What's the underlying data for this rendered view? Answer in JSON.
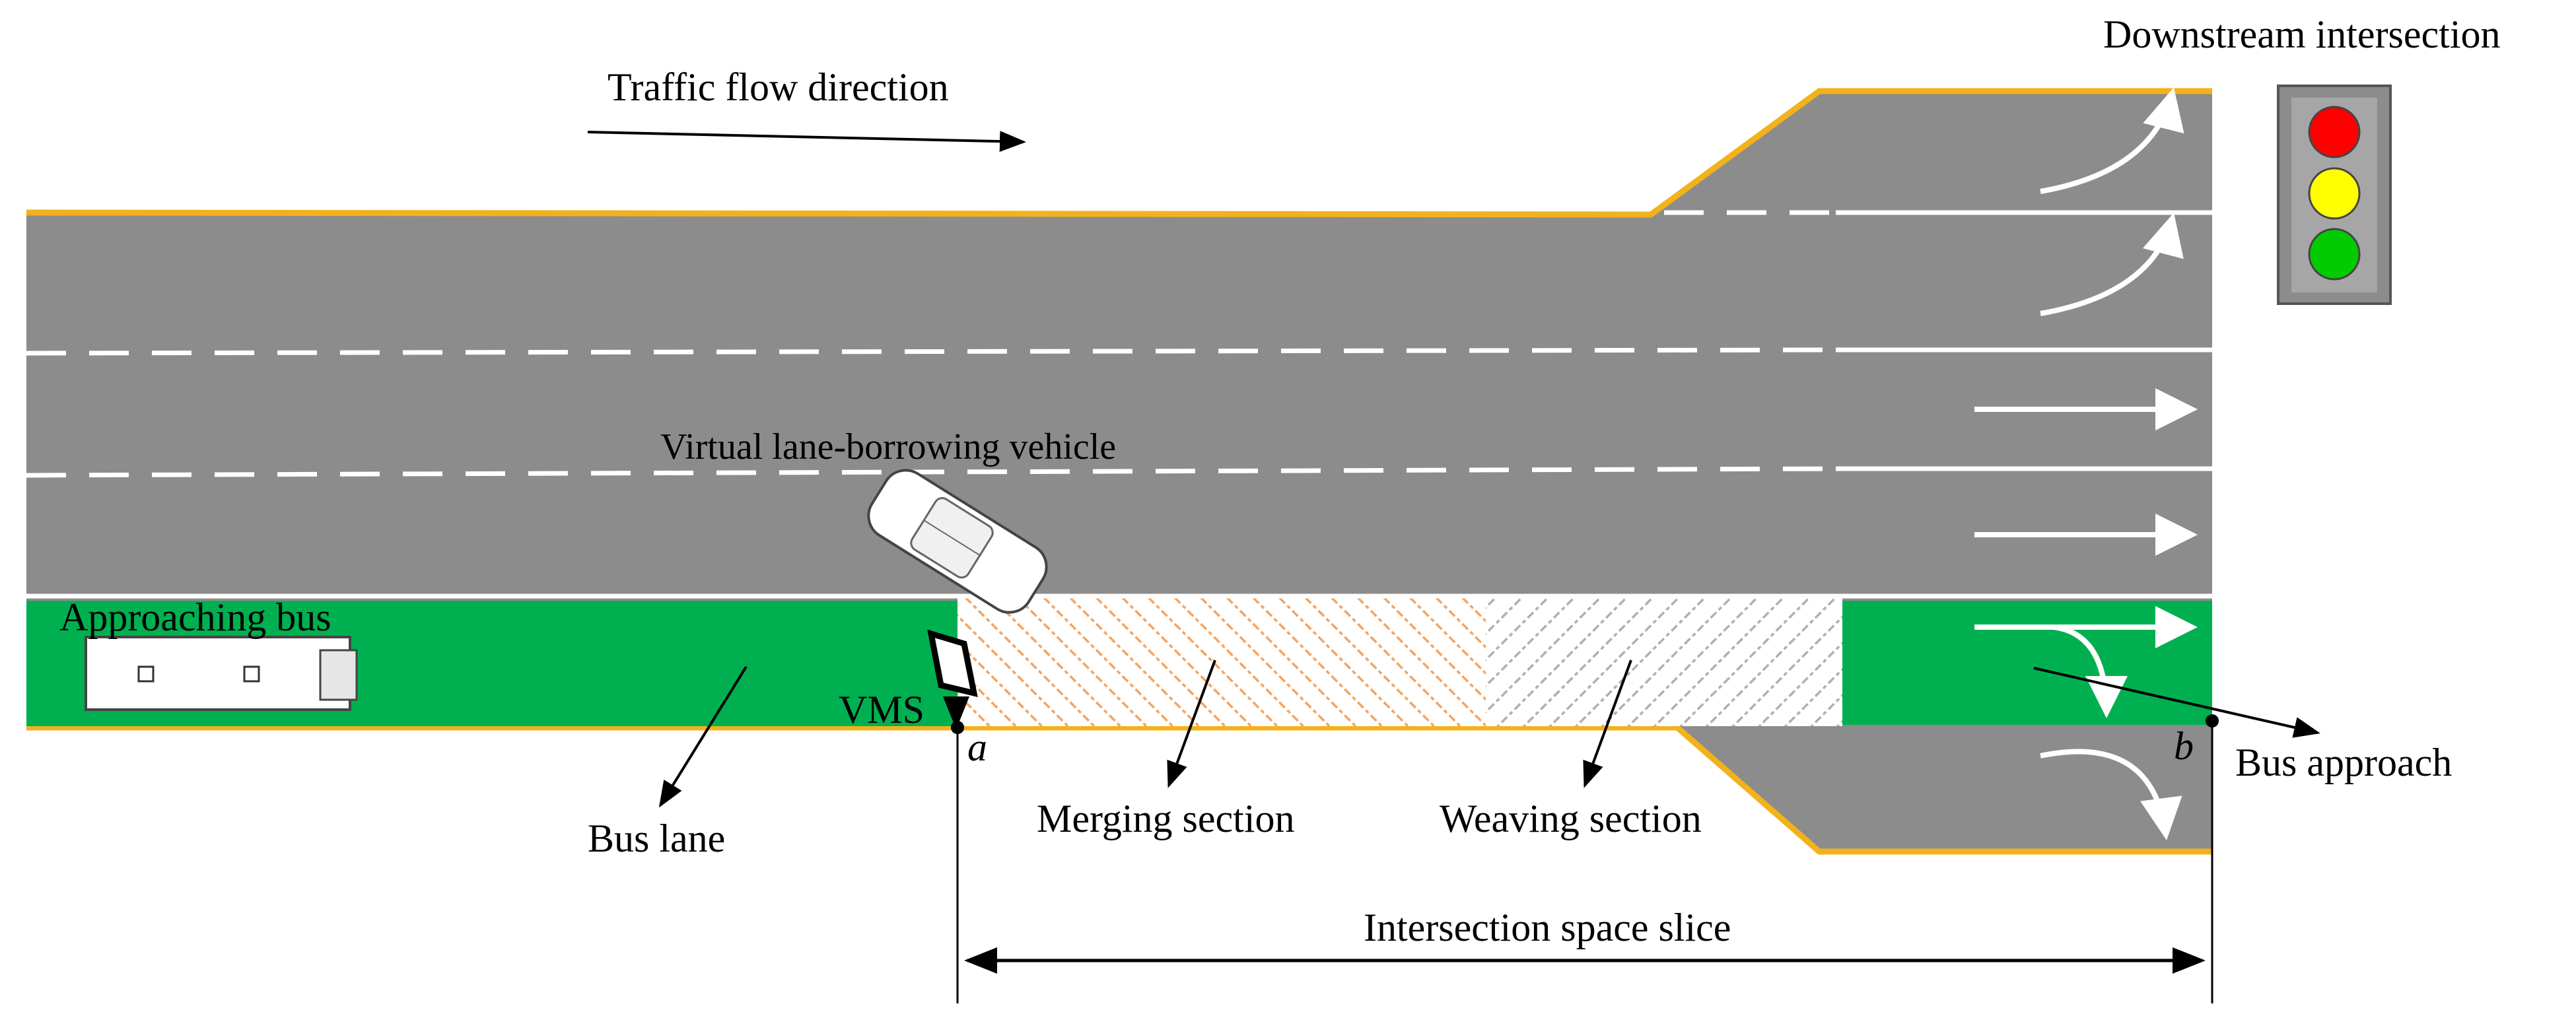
{
  "labels": {
    "traffic_flow": "Traffic flow direction",
    "downstream_intersection": "Downstream intersection",
    "virtual_vehicle": "Virtual lane-borrowing vehicle",
    "approaching_bus": "Approaching bus",
    "vms": "VMS",
    "point_a": "a",
    "point_b": "b",
    "bus_lane": "Bus lane",
    "merging_section": "Merging section",
    "weaving_section": "Weaving section",
    "bus_approach": "Bus approach",
    "space_slice": "Intersection space slice"
  },
  "colors": {
    "road": "#8c8c8c",
    "bus_lane": "#00b050",
    "curb": "#f2b21c",
    "merge_hatch": "#f4a460",
    "weave_hatch": "#b0b0b0",
    "signal_red": "#ff0000",
    "signal_yellow": "#ffff00",
    "signal_green": "#00cc00"
  }
}
